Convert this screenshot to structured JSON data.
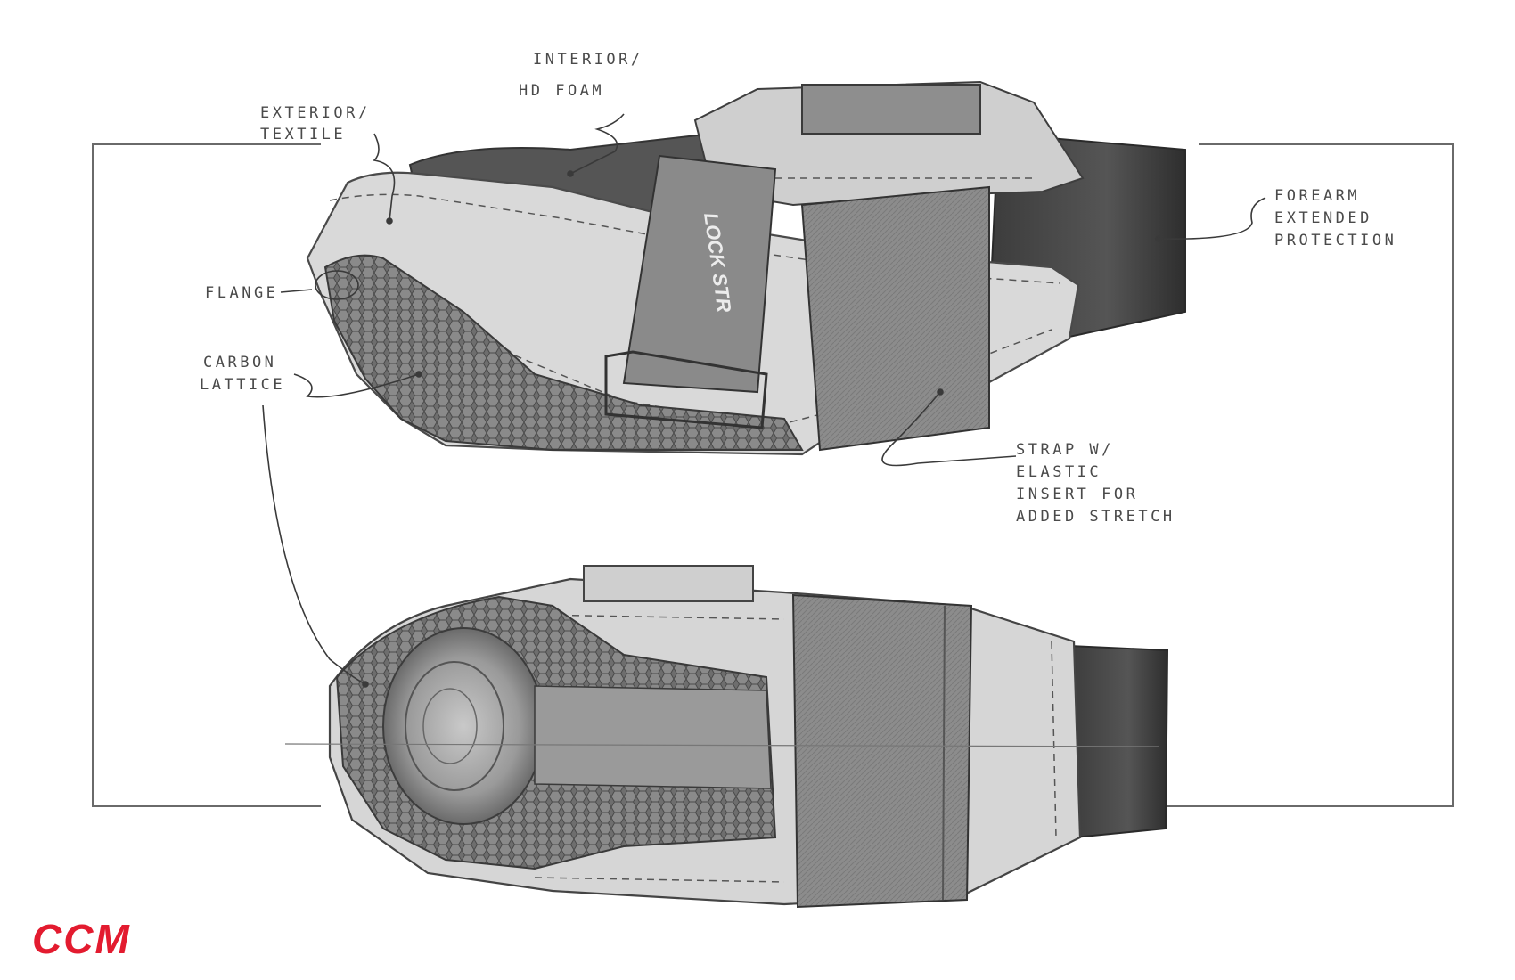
{
  "annotations": {
    "interior": [
      "INTERIOR/",
      "HD FOAM"
    ],
    "exterior": [
      "EXTERIOR/",
      "TEXTILE"
    ],
    "flange": [
      "FLANGE"
    ],
    "carbon": [
      "CARBON",
      "LATTICE"
    ],
    "forearm": [
      "FOREARM",
      "EXTENDED",
      "PROTECTION"
    ],
    "strap": [
      "STRAP W/",
      "ELASTIC",
      "INSERT FOR",
      "ADDED STRETCH"
    ]
  },
  "strap_print": "LOCK STR",
  "brand": {
    "text": "CCM",
    "color": "#e31b2f"
  }
}
